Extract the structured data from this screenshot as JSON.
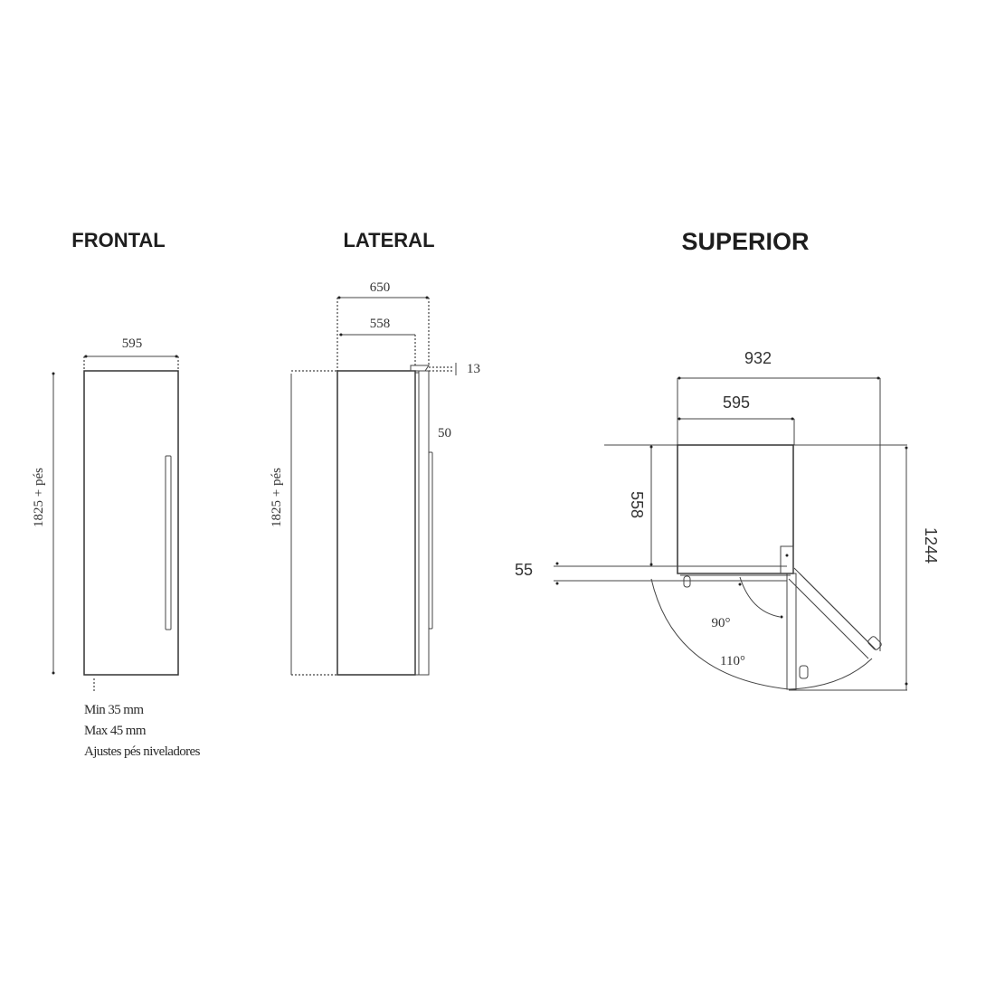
{
  "views": {
    "frontal": {
      "title": "FRONTAL",
      "width": "595",
      "height": "1825 + pés",
      "notes": [
        "Min 35 mm",
        "Max 45 mm",
        "Ajustes pés niveladores"
      ]
    },
    "lateral": {
      "title": "LATERAL",
      "depth_total": "650",
      "depth_body": "558",
      "door_thickness": "13",
      "handle_offset": "50",
      "height": "1825 + pés"
    },
    "superior": {
      "title": "SUPERIOR",
      "width_door_open": "932",
      "width": "595",
      "depth_body": "558",
      "door_gap": "55",
      "angle_90": "90°",
      "angle_110": "110°",
      "depth_door_open": "1244"
    }
  }
}
